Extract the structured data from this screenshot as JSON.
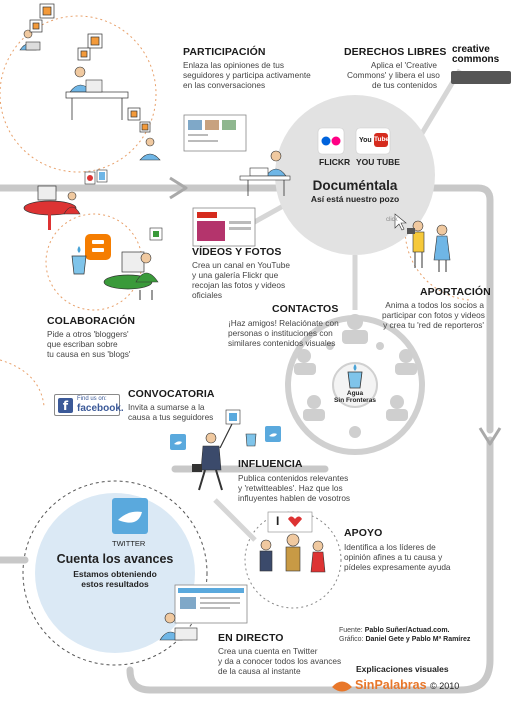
{
  "sections": {
    "participacion": {
      "title": "PARTICIPACIÓN",
      "lines": [
        "Enlaza las opiniones de tus",
        "seguidores y participa activamente",
        "en las conversaciones"
      ]
    },
    "derechos": {
      "title": "DERECHOS LIBRES",
      "lines": [
        "Aplica el 'Creative",
        "Commons' y libera el uso",
        "de tus contenidos"
      ]
    },
    "documentala": {
      "title": "Documéntala",
      "subtitle": "Así está nuestro pozo"
    },
    "videos": {
      "title": "VÍDEOS Y FOTOS",
      "lines": [
        "Crea un canal en YouTube",
        "y una galería Flickr que",
        "recojan las fotos y videos",
        "oficiales"
      ]
    },
    "aportacion": {
      "title": "APORTACIÓN",
      "lines": [
        "Anima a todos los socios a",
        "participar con fotos y videos",
        "y crea tu 'red de reporteros'"
      ]
    },
    "colaboracion": {
      "title": "COLABORACIÓN",
      "lines": [
        "Pide a otros 'bloggers'",
        "que escriban sobre",
        "tu causa en sus 'blogs'"
      ]
    },
    "contactos": {
      "title": "CONTACTOS",
      "lines": [
        "¡Haz amigos! Relaciónate con",
        "personas o instituciones con",
        "similares contenidos visuales"
      ]
    },
    "convocatoria": {
      "title": "CONVOCATORIA",
      "lines": [
        "Invita a sumarse a la",
        "causa a tus seguidores"
      ]
    },
    "influencia": {
      "title": "INFLUENCIA",
      "lines": [
        "Publica contenidos relevantes",
        "y 'retwitteables'. Haz que los",
        "influyentes hablen de vosotros"
      ]
    },
    "apoyo": {
      "title": "APOYO",
      "lines": [
        "Identifica a los líderes de",
        "opinión afines a tu causa y",
        "pídeles expresamente ayuda"
      ]
    },
    "cuenta": {
      "title": "Cuenta los avances",
      "subtitle_1": "Estamos obteniendo",
      "subtitle_2": "estos resultados"
    },
    "directo": {
      "title": "EN DIRECTO",
      "lines": [
        "Crea una cuenta en Twitter",
        "y da a conocer todos los avances",
        "de la causa al instante"
      ]
    }
  },
  "labels": {
    "flickr": "FLICKR",
    "youtube": "YOU TUBE",
    "twitter": "TWITTER",
    "agua_1": "Agua",
    "agua_2": "Sin Fronteras",
    "click": "click",
    "like_symbol": "I",
    "fb_small": "Find us on:",
    "fb_big": "facebook.",
    "cc_1": "creative",
    "cc_2": "commons",
    "youtube_logo_1": "You",
    "youtube_logo_2": "Tube"
  },
  "credits": {
    "fuente_label": "Fuente:",
    "fuente_value": "Pablo Suñer/Actuad.com.",
    "grafico_label": "Gráfico:",
    "grafico_value": "Daniel Gete y Pablo Mª Ramírez",
    "series": "Explicaciones visuales",
    "brand_1": "Sin",
    "brand_2": "Palabras",
    "year": "© 2010"
  },
  "colors": {
    "flow": "#c8c8c8",
    "flow_dark": "#a9a9a9",
    "circle_gray": "#e2e2e2",
    "circle_blue": "#dbe9f5",
    "orange": "#e8772a",
    "twitter_blue": "#5aa9dd",
    "flickr_pink": "#ff0084",
    "flickr_blue": "#0063dc",
    "youtube_red": "#d52b1e",
    "facebook": "#3b5998",
    "green": "#3a9a3a",
    "red": "#d33"
  },
  "icons": [
    "person-laptop-icon",
    "speech-bubble-icon",
    "flickr-icon",
    "youtube-icon",
    "facebook-icon",
    "twitter-icon",
    "blogger-icon",
    "water-glass-icon",
    "camera-icon",
    "heart-icon",
    "cc-logo-icon"
  ]
}
